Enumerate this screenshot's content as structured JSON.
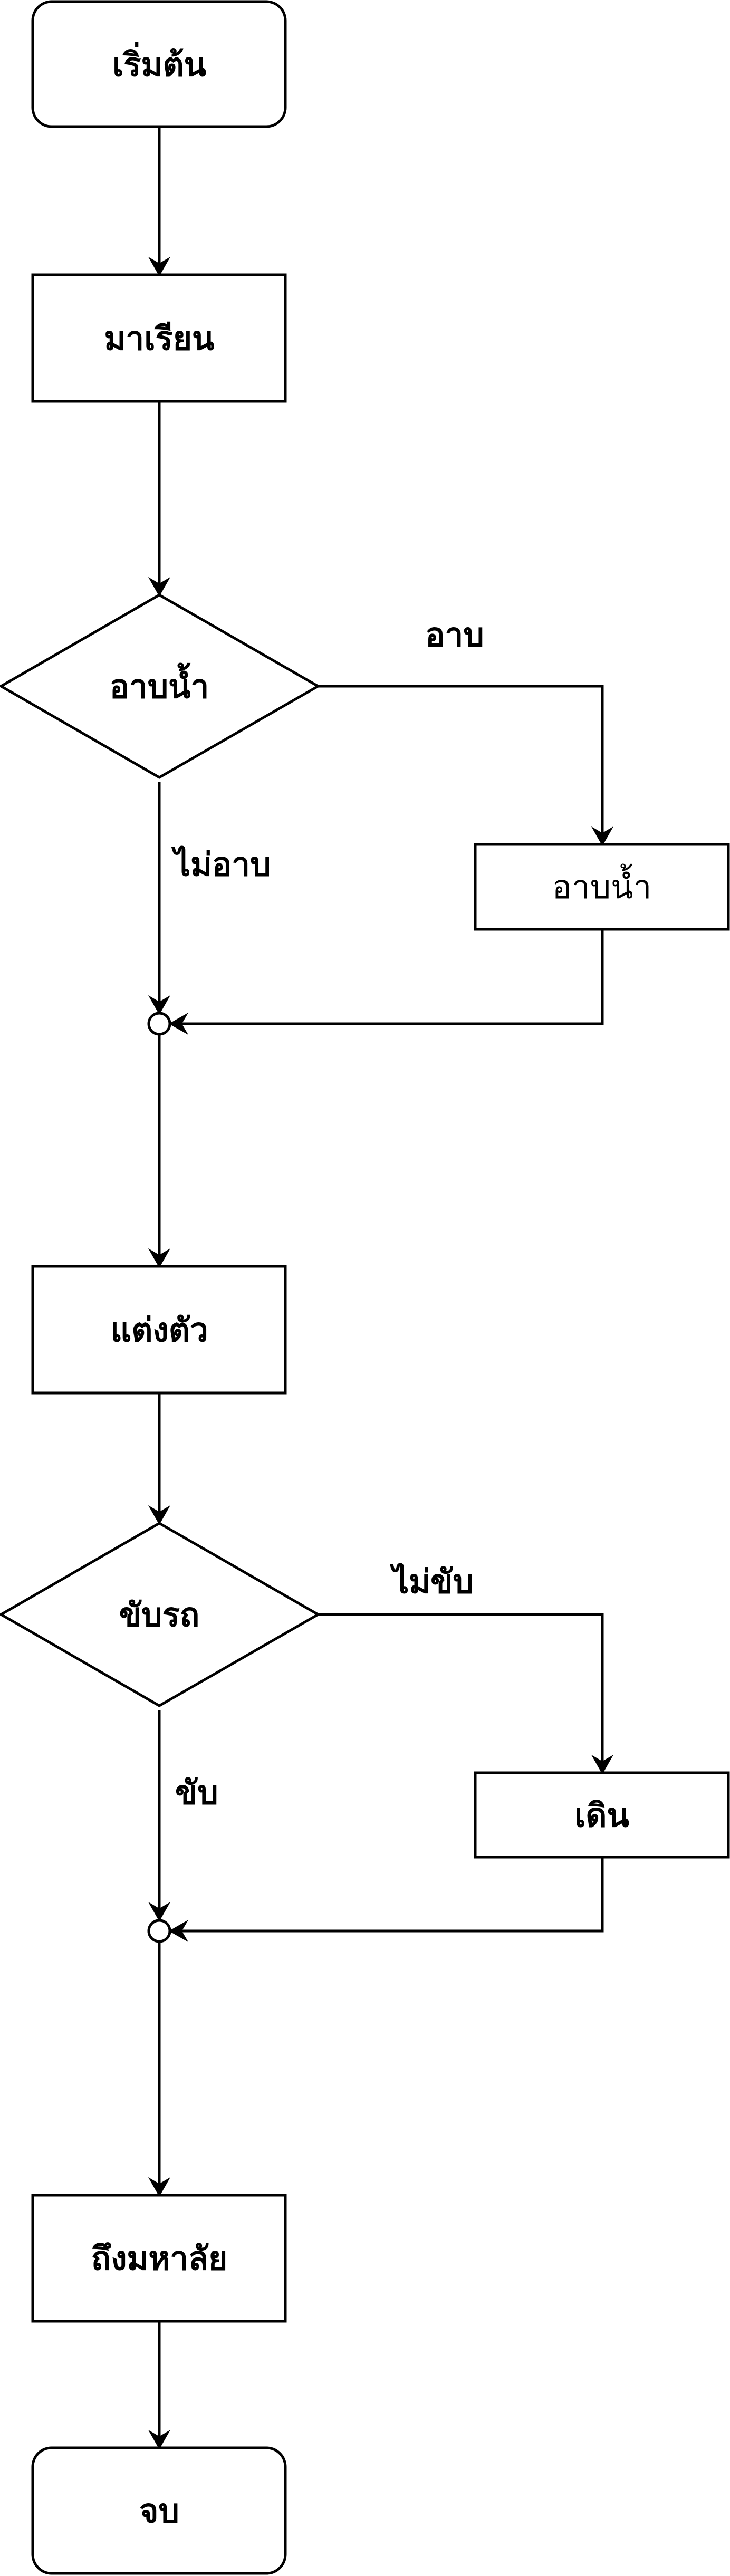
{
  "diagram": {
    "nodes": {
      "start": "เริ่มต้น",
      "come_to_class": "มาเรียน",
      "bath_decision": "อาบน้ำ",
      "take_bath": "อาบน้ำ",
      "dress": "แต่งตัว",
      "drive_decision": "ขับรถ",
      "walk": "เดิน",
      "arrive_university": "ถึงมหาลัย",
      "end": "จบ"
    },
    "edge_labels": {
      "bath_yes": "อาบ",
      "bath_no": "ไม่อาบ",
      "drive_no": "ไม่ขับ",
      "drive_yes": "ขับ"
    }
  }
}
